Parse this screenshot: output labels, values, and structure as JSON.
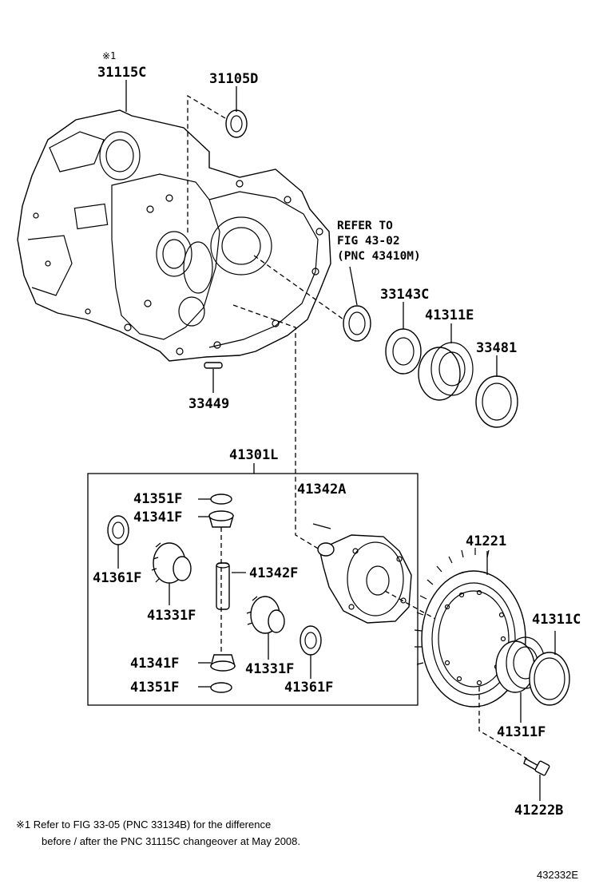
{
  "diagram_id": "432332E",
  "note_symbol": "※1",
  "footnote": {
    "line1": "※1 Refer to FIG 33-05 (PNC 33134B) for the difference",
    "line2": "before / after the PNC 31115C changeover at May 2008."
  },
  "refer_box": {
    "line1": "REFER TO",
    "line2": "FIG 43-02",
    "line3": "(PNC 43410M)"
  },
  "parts": {
    "p31115C": "31115C",
    "p31105D": "31105D",
    "p33143C": "33143C",
    "p41311E": "41311E",
    "p33481": "33481",
    "p33449": "33449",
    "p41301L": "41301L",
    "p41351F_top": "41351F",
    "p41341F_top": "41341F",
    "p41342A": "41342A",
    "p41361F_left": "41361F",
    "p41342F": "41342F",
    "p41331F_left": "41331F",
    "p41341F_bot": "41341F",
    "p41331F_right": "41331F",
    "p41351F_bot": "41351F",
    "p41361F_right": "41361F",
    "p41221": "41221",
    "p41311C": "41311C",
    "p41311F": "41311F",
    "p41222B": "41222B"
  }
}
